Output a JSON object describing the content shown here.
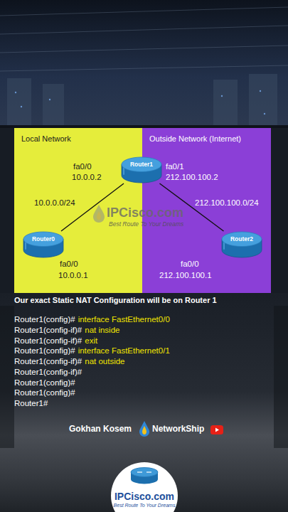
{
  "diagram": {
    "nodes": [
      {
        "text": [
          "Local Network"
        ]
      },
      {
        "text": [
          "Outside Network (Internet)"
        ]
      },
      {
        "text": [
          "Router1"
        ]
      },
      {
        "text": [
          "Router0"
        ],
        "in": 0
      },
      {
        "text": [
          "Router2"
        ],
        "in": 1
      }
    ],
    "edges": [
      {
        "from": 2,
        "to": 3,
        "arrow": "none",
        "label": "10.0.0.0/24"
      },
      {
        "from": 2,
        "to": 4,
        "arrow": "none",
        "label": "212.100.100.0/24"
      }
    ],
    "labels": [
      "fa0/0",
      "10.0.0.2",
      "fa0/1",
      "212.100.100.2",
      "IPCisco.com",
      "Best Route To Your Dreams",
      "fa0/0",
      "10.0.0.1",
      "fa0/0",
      "212.100.100.1",
      "Our exact Static NAT Configuration will be on Router 1",
      "Router1(config)#",
      "interface FastEthernet0/0",
      "Router1(config-if)#",
      "nat inside",
      "Router1(config-if)#",
      "exit",
      "Router1(config)#",
      "interface FastEthernet0/1",
      "Router1(config-if)#",
      "nat outside",
      "Router1(config-if)#",
      "Router1(config)#",
      "Router1(config)#",
      "Router1#",
      "Gokhan Kosem",
      "NetworkShip",
      "IPCisco.com",
      "Best Route To Your Dreams"
    ]
  }
}
